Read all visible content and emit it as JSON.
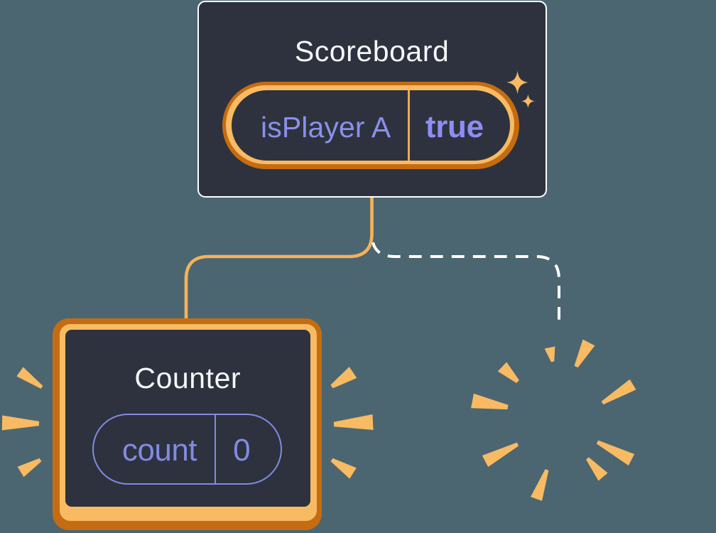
{
  "background": "#4B6671",
  "colors": {
    "card_bg": "#2D323E",
    "card_border": "#FFFFFF",
    "title_text": "#F6F7F9",
    "orange_dark": "#C56C12",
    "orange_light": "#F8BA62",
    "orange_rays": "#F8BA62",
    "orange_line": "#F6B259",
    "orange_divider": "#EFA94F",
    "dash_line": "#FFFFFF",
    "lavender_text": "#8A90EA",
    "lavender_bold": "#8D8DF2",
    "lavender_pill": "#828AE2"
  },
  "scoreboard": {
    "title": "Scoreboard",
    "state": {
      "label": "isPlayer A",
      "value": "true"
    }
  },
  "counter": {
    "title": "Counter",
    "state": {
      "label": "count",
      "value": "0"
    }
  }
}
